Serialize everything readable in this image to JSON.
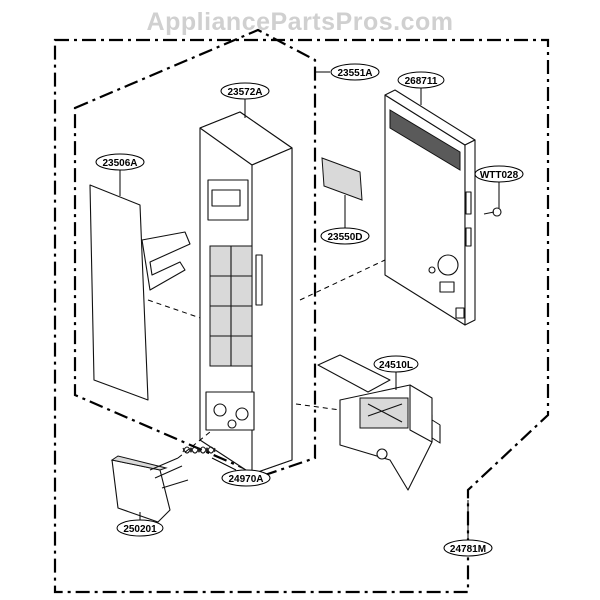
{
  "watermark": "AppliancePartsPros.com",
  "callouts": {
    "c23551A": "23551A",
    "c23572A": "23572A",
    "c268711": "268711",
    "c23506A": "23506A",
    "cWTT028": "WTT028",
    "c23550D": "23550D",
    "c24510L": "24510L",
    "c24970A": "24970A",
    "c250201": "250201",
    "c24781M": "24781M"
  }
}
